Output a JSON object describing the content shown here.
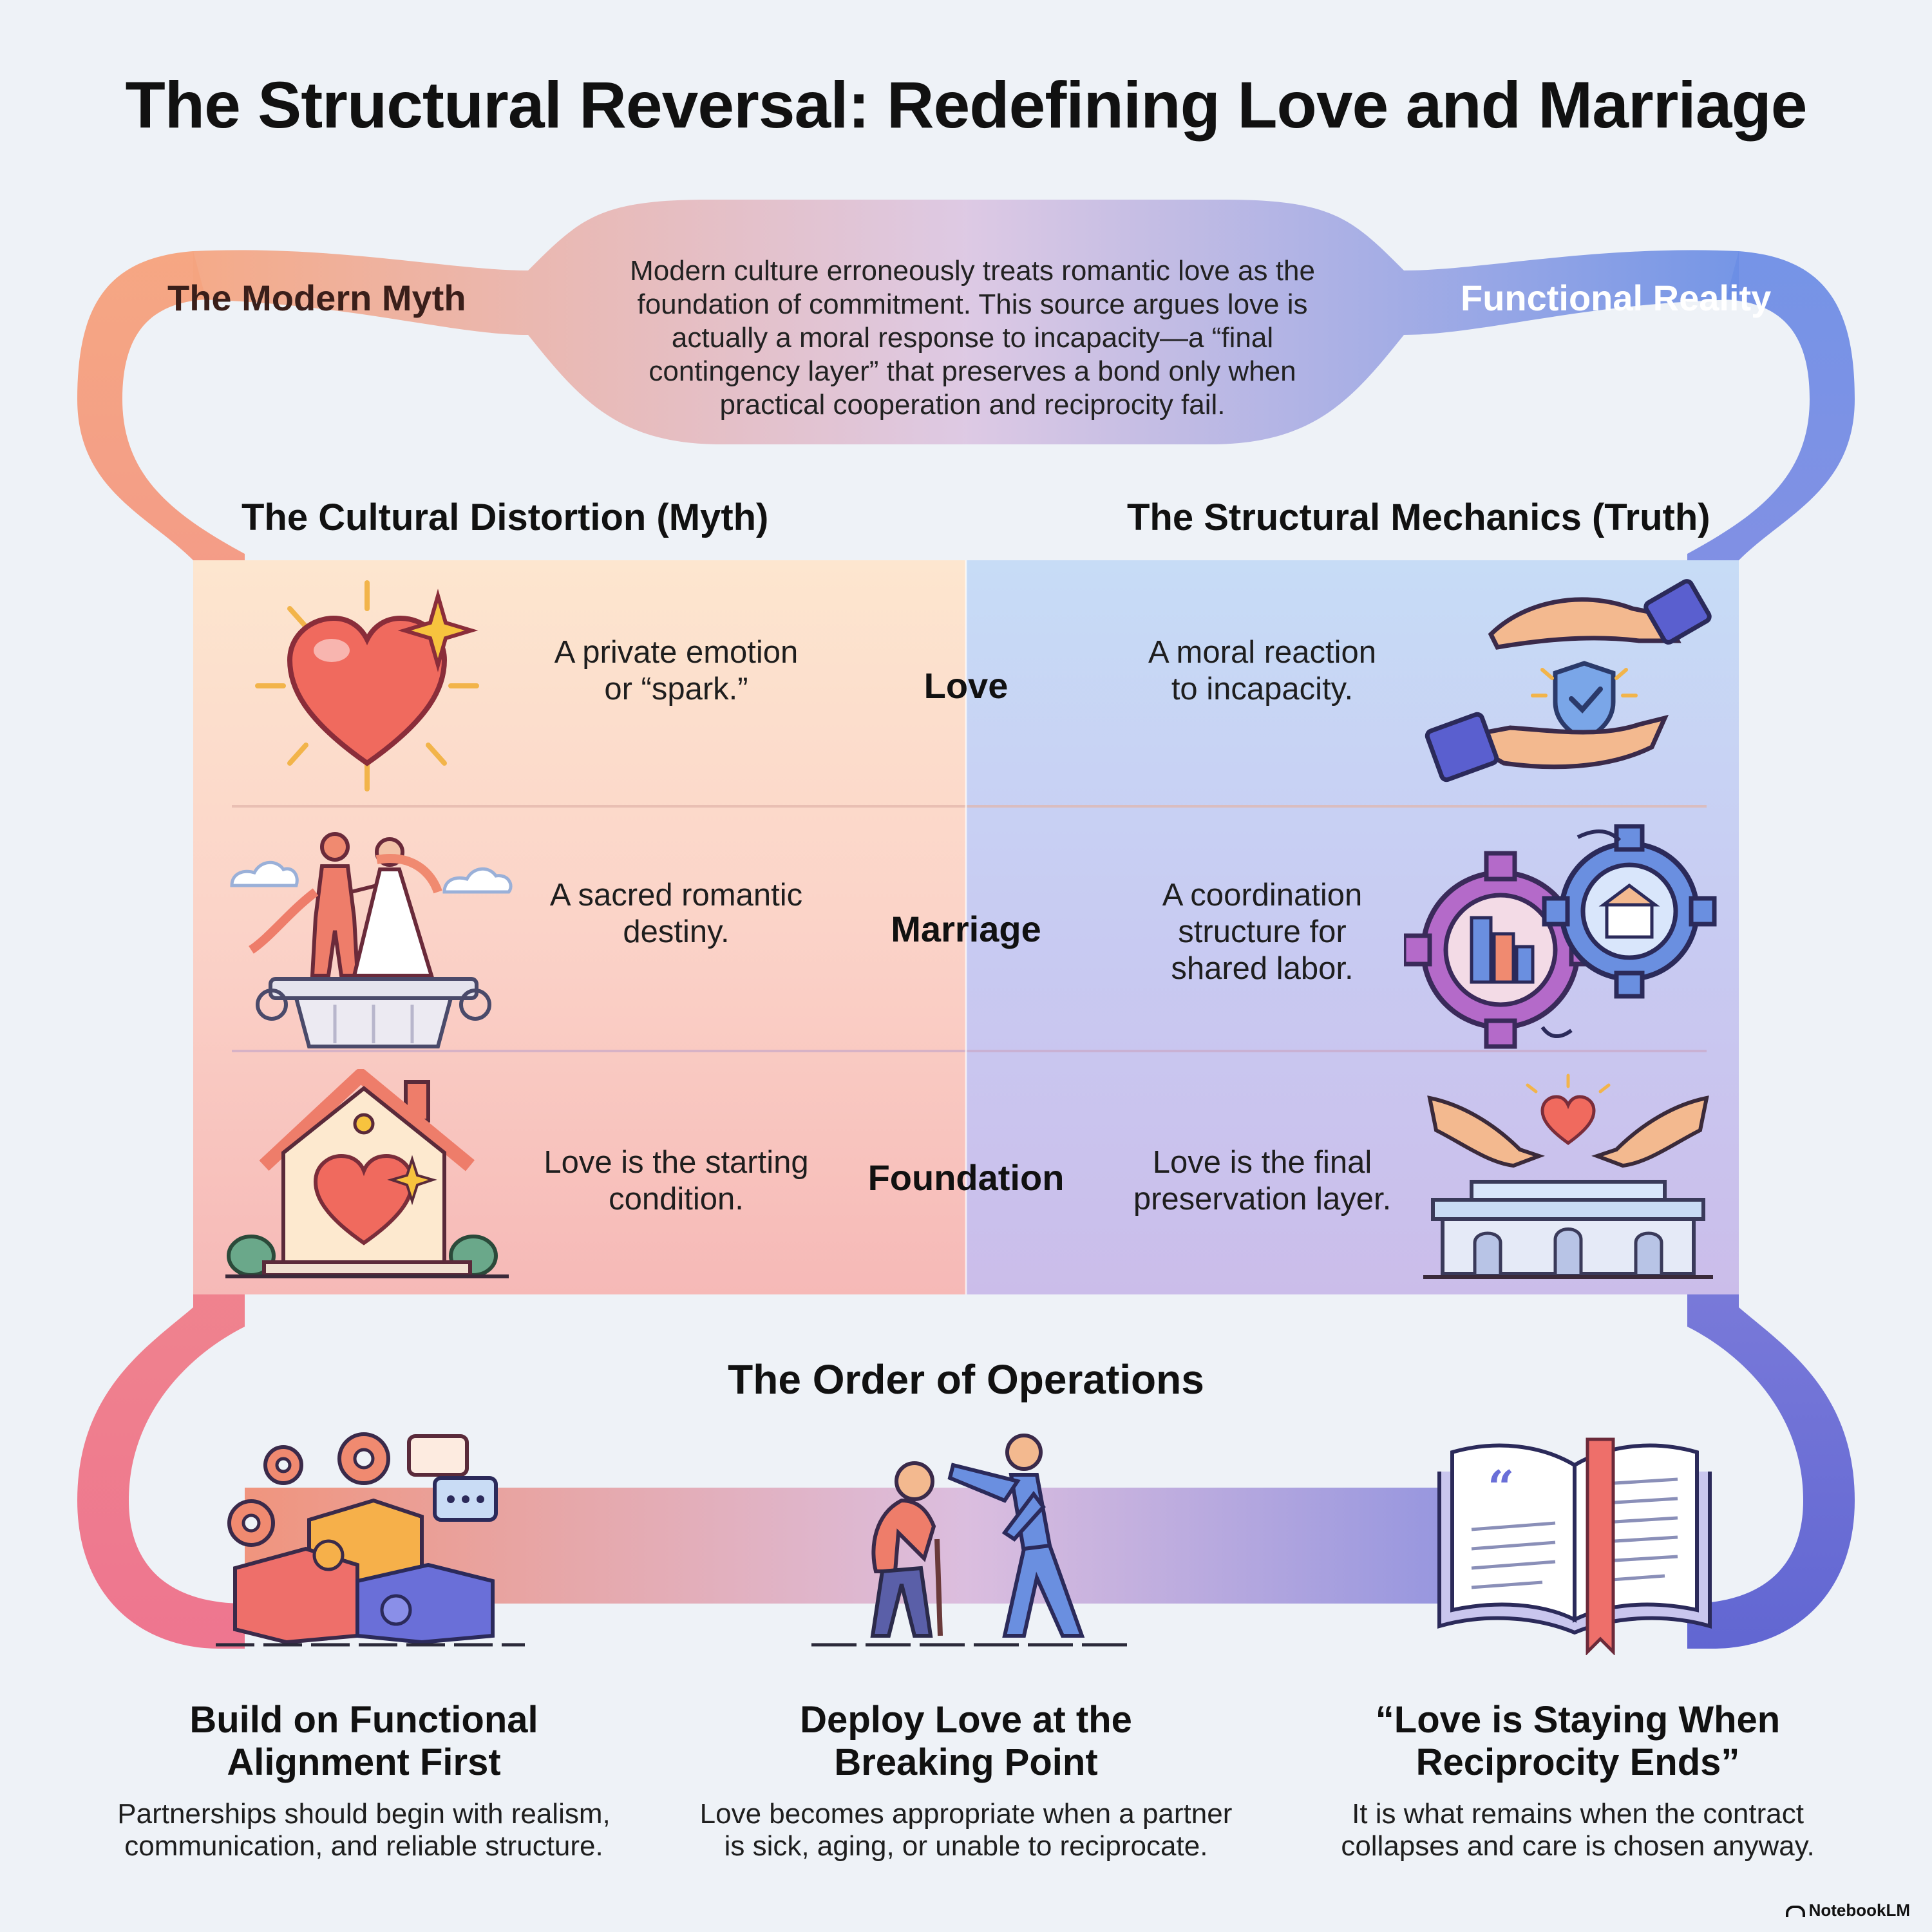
{
  "title": "The Structural Reversal: Redefining Love and Marriage",
  "ribbon": {
    "left_label": "The Modern Myth",
    "right_label": "Functional Reality",
    "intro": "Modern culture erroneously treats romantic love as the foundation of commitment. This source argues love is actually a moral response to incapacity—a “final contingency layer” that preserves a bond only when practical cooperation and reciprocity fail."
  },
  "columns": {
    "left_header": "The Cultural Distortion (Myth)",
    "right_header": "The Structural Mechanics (Truth)"
  },
  "rows": [
    {
      "label": "Love",
      "myth": "A private emotion or “spark.”",
      "truth": "A moral reaction to incapacity.",
      "myth_icon": "heart-spark-icon",
      "truth_icon": "protective-hands-icon"
    },
    {
      "label": "Marriage",
      "myth": "A sacred romantic destiny.",
      "truth": "A coordination structure for shared labor.",
      "myth_icon": "couple-pedestal-icon",
      "truth_icon": "gears-icon"
    },
    {
      "label": "Foundation",
      "myth": "Love is the starting condition.",
      "truth": "Love is the final preservation layer.",
      "myth_icon": "house-heart-icon",
      "truth_icon": "hands-building-icon"
    }
  ],
  "order": {
    "title": "The Order of Operations",
    "steps": [
      {
        "title": "Build on Functional Alignment First",
        "desc": "Partnerships should begin with realism, communication, and reliable structure.",
        "icon": "blocks-gears-icon"
      },
      {
        "title": "Deploy Love at the Breaking Point",
        "desc": "Love becomes appropriate when a partner is sick, aging, or unable to reciprocate.",
        "icon": "helping-elder-icon"
      },
      {
        "title": "“Love is Staying When Reciprocity Ends”",
        "desc": "It is what remains when the contract collapses and care is chosen anyway.",
        "icon": "open-book-icon"
      }
    ]
  },
  "brand": "NotebookLM",
  "colors": {
    "myth": "#f0786a",
    "truth": "#5b6fd8",
    "myth_bg": "#fbe3cf",
    "truth_bg": "#c9dcf5"
  }
}
